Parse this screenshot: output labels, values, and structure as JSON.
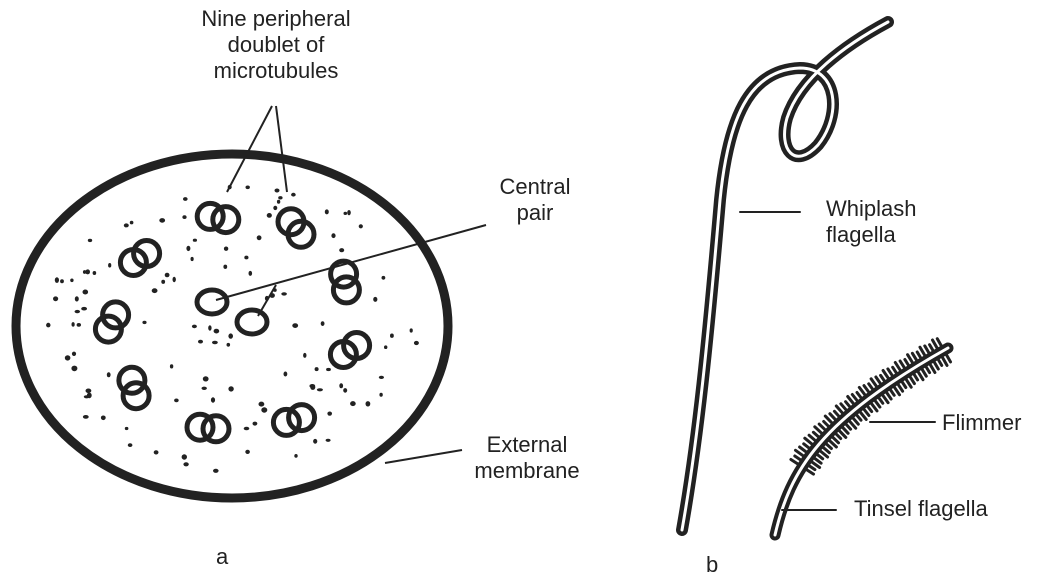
{
  "panel_a": {
    "label": "a",
    "doublet_label": [
      "Nine peripheral",
      "doublet of",
      "microtubules"
    ],
    "central_label": [
      "Central",
      "pair"
    ],
    "membrane_label": [
      "External",
      "membrane"
    ]
  },
  "panel_b": {
    "label": "b",
    "whiplash_label": [
      "Whiplash",
      "flagella"
    ],
    "flimmer_label": "Flimmer",
    "tinsel_label": "Tinsel flagella"
  },
  "colors": {
    "ink": "#222222",
    "background": "#ffffff"
  }
}
